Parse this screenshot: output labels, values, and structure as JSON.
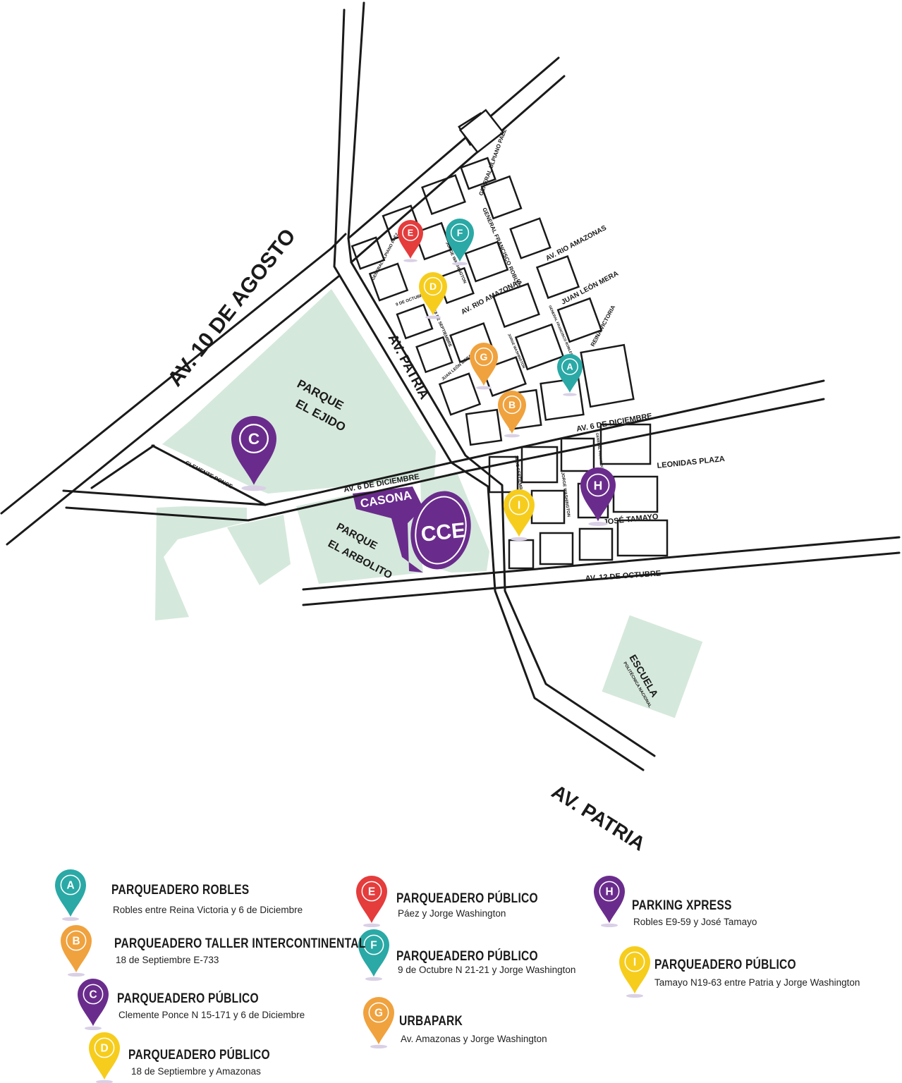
{
  "colors": {
    "teal": "#2aa9a6",
    "orange": "#f0a23e",
    "purple": "#6a2c8c",
    "red": "#e53c3c",
    "yellow": "#f6cd1d",
    "park": "#d5e8dc",
    "road": "#1a1a1a"
  },
  "streets": {
    "av_10_agosto": "AV. 10 DE AGOSTO",
    "av_patria_top": "AV. PATRIA",
    "av_patria_bottom": "AV. PATRIA",
    "av_6_dic_left": "AV. 6 DE DICIEMBRE",
    "av_6_dic_right": "AV. 6 DE DICIEMBRE",
    "av_12_oct": "AV. 12 DE OCTUBRE",
    "clemente_ponce": "CLEMENTE PONCE",
    "leonidas_plaza": "LEONIDAS PLAZA",
    "jose_tamayo": "JOSÉ TAMAYO",
    "gen_ulpiano_paez_top": "GENERAL ULPIANO PAÉZ",
    "gen_ulpiano_paez_small": "GENERAL ULPIANO PAÉZ",
    "gen_francisco_robles": "GENERAL FRANCISCO ROBLES",
    "gen_francisco_robles_2": "GENERAL FRANCISCO ROBLES",
    "gen_francisco_robles_3": "GENERAL FRANCISCO ROBLES",
    "av_rio_amazonas_1": "AV. RIO AMAZONAS",
    "av_rio_amazonas_2": "AV. RIO AMAZONAS",
    "juan_leon_mera_1": "JUAN LEÓN MERA",
    "juan_leon_mera_2": "JUAN LEÓN MERA",
    "reina_victoria": "REINA VICTORIA",
    "jorge_washington_1": "JORGE WASHINGTON",
    "jorge_washington_2": "JORGE WASHINGTON",
    "jorge_washington_3": "JORGE WASHINGTON",
    "nueve_octubre": "9 DE OCTUBRE",
    "dieciocho_sep_1": "18 DE SEPTIEMBRE",
    "dieciocho_sep_2": "18 DE SEPTIEMBRE"
  },
  "places": {
    "parque_ejido_1": "PARQUE",
    "parque_ejido_2": "EL EJIDO",
    "parque_arbolito_1": "PARQUE",
    "parque_arbolito_2": "EL ARBOLITO",
    "casona": "CASONA",
    "cce": "CCE",
    "escuela_1": "ESCUELA",
    "escuela_2": "POLITÉCNICA NACIONAL"
  },
  "map_pins": [
    {
      "letter": "A",
      "color": "teal"
    },
    {
      "letter": "B",
      "color": "orange"
    },
    {
      "letter": "C",
      "color": "purple"
    },
    {
      "letter": "D",
      "color": "yellow"
    },
    {
      "letter": "E",
      "color": "red"
    },
    {
      "letter": "F",
      "color": "teal"
    },
    {
      "letter": "G",
      "color": "orange"
    },
    {
      "letter": "H",
      "color": "purple"
    },
    {
      "letter": "I",
      "color": "yellow"
    }
  ],
  "legend": [
    {
      "letter": "A",
      "color": "teal",
      "title": "PARQUEADERO ROBLES",
      "address": "Robles entre Reina Victoria y 6 de Diciembre"
    },
    {
      "letter": "B",
      "color": "orange",
      "title": "PARQUEADERO TALLER INTERCONTINENTAL",
      "address": "18 de Septiembre E-733"
    },
    {
      "letter": "C",
      "color": "purple",
      "title": "PARQUEADERO PÚBLICO",
      "address": "Clemente Ponce N 15-171 y 6 de Diciembre"
    },
    {
      "letter": "D",
      "color": "yellow",
      "title": "PARQUEADERO PÚBLICO",
      "address": "18 de Septiembre y Amazonas"
    },
    {
      "letter": "E",
      "color": "red",
      "title": "PARQUEADERO PÚBLICO",
      "address": "Páez y Jorge Washington"
    },
    {
      "letter": "F",
      "color": "teal",
      "title": "PARQUEADERO PÚBLICO",
      "address": "9 de Octubre N 21-21 y Jorge Washington"
    },
    {
      "letter": "G",
      "color": "orange",
      "title": "URBAPARK",
      "address": "Av. Amazonas y Jorge Washington"
    },
    {
      "letter": "H",
      "color": "purple",
      "title": "PARKING XPRESS",
      "address": "Robles E9-59 y José Tamayo"
    },
    {
      "letter": "I",
      "color": "yellow",
      "title": "PARQUEADERO PÚBLICO",
      "address": "Tamayo N19-63 entre Patria y Jorge Washington"
    }
  ]
}
